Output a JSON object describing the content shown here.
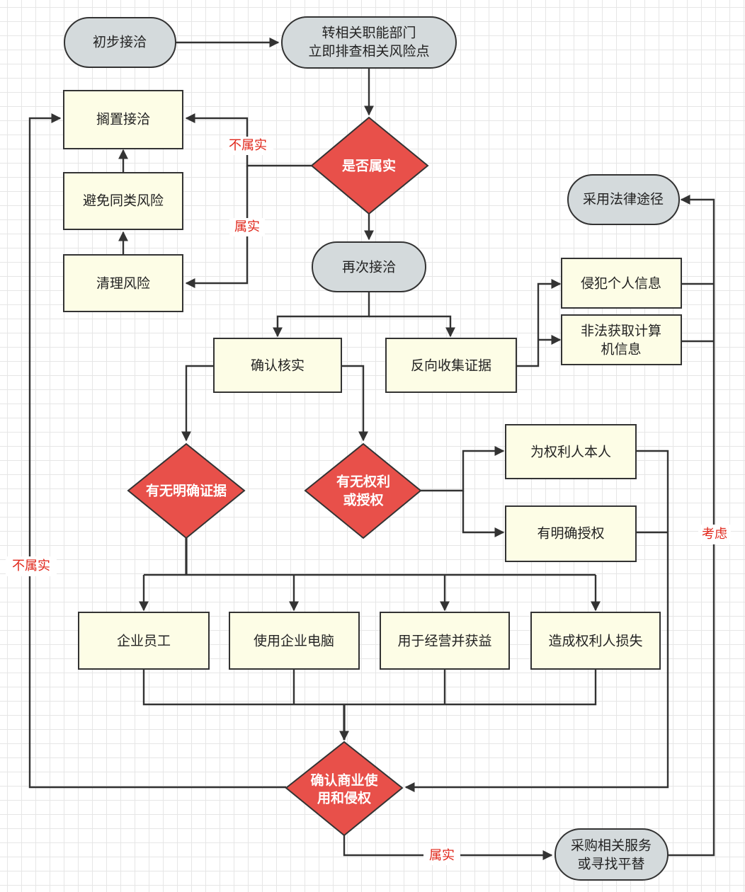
{
  "nodes": {
    "initial_contact": "初步接洽",
    "transfer": [
      "转相关职能部门",
      "立即排查相关风险点"
    ],
    "shelve": "搁置接洽",
    "avoid_risk": "避免同类风险",
    "clear_risk": "清理风险",
    "is_true": "是否属实",
    "legal": "采用法律途径",
    "recontact": "再次接洽",
    "privacy": "侵犯个人信息",
    "illegal_data": [
      "非法获取计算",
      "机信息"
    ],
    "verify": "确认核实",
    "counter_evidence": "反向收集证据",
    "has_evidence": "有无明确证据",
    "has_rights": [
      "有无权利",
      "或授权"
    ],
    "is_owner": "为权利人本人",
    "has_auth": "有明确授权",
    "employee": "企业员工",
    "company_pc": "使用企业电脑",
    "profit": "用于经营并获益",
    "loss": "造成权利人损失",
    "confirm_infringe": [
      "确认商业使",
      "用和侵权"
    ],
    "purchase": [
      "采购相关服务",
      "或寻找平替"
    ]
  },
  "edge_labels": {
    "not_true_top": "不属实",
    "true_left": "属实",
    "consider": "考虑",
    "not_true_left": "不属实",
    "true_bottom": "属实"
  },
  "colors": {
    "terminal_fill": "#d4dadc",
    "process_fill": "#fdfde6",
    "decision_fill": "#e8504a",
    "label_red": "#e0261a"
  }
}
